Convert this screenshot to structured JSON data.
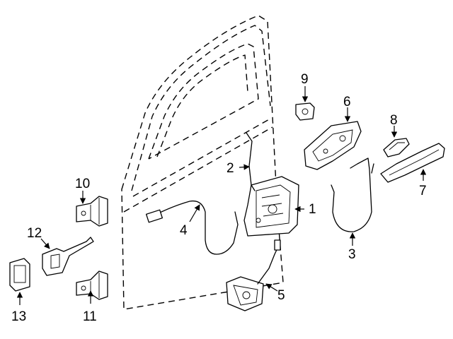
{
  "diagram": {
    "callouts": [
      {
        "id": "c1",
        "text": "1"
      },
      {
        "id": "c2",
        "text": "2"
      },
      {
        "id": "c3",
        "text": "3"
      },
      {
        "id": "c4",
        "text": "4"
      },
      {
        "id": "c5",
        "text": "5"
      },
      {
        "id": "c6",
        "text": "6"
      },
      {
        "id": "c7",
        "text": "7"
      },
      {
        "id": "c8",
        "text": "8"
      },
      {
        "id": "c9",
        "text": "9"
      },
      {
        "id": "c10",
        "text": "10"
      },
      {
        "id": "c11",
        "text": "11"
      },
      {
        "id": "c12",
        "text": "12"
      },
      {
        "id": "c13",
        "text": "13"
      }
    ]
  }
}
